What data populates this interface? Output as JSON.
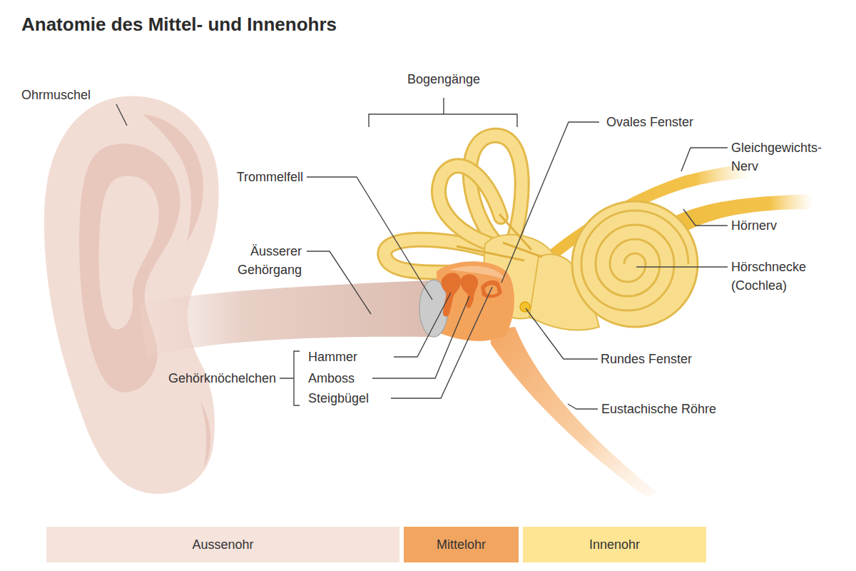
{
  "diagram": {
    "title": "Anatomie des Mittel- und Innenohrs",
    "nodes": [
      {
        "text": [
          "Aussenohr"
        ]
      },
      {
        "text": [
          "Mittelohr"
        ]
      },
      {
        "text": [
          "Innenohr"
        ]
      }
    ],
    "labels": [
      "Ohrmuschel",
      "Bogengänge",
      "Ovales Fenster",
      "Gleichgewichts- Nerv",
      "Trommelfell",
      "Äusserer Gehörgang",
      "Hörnerv",
      "Hörschnecke (Cochlea)",
      "Gehörknöchelchen",
      "Hammer",
      "Amboss",
      "Steigbügel",
      "Rundes Fenster",
      "Eustachische Röhre"
    ]
  }
}
